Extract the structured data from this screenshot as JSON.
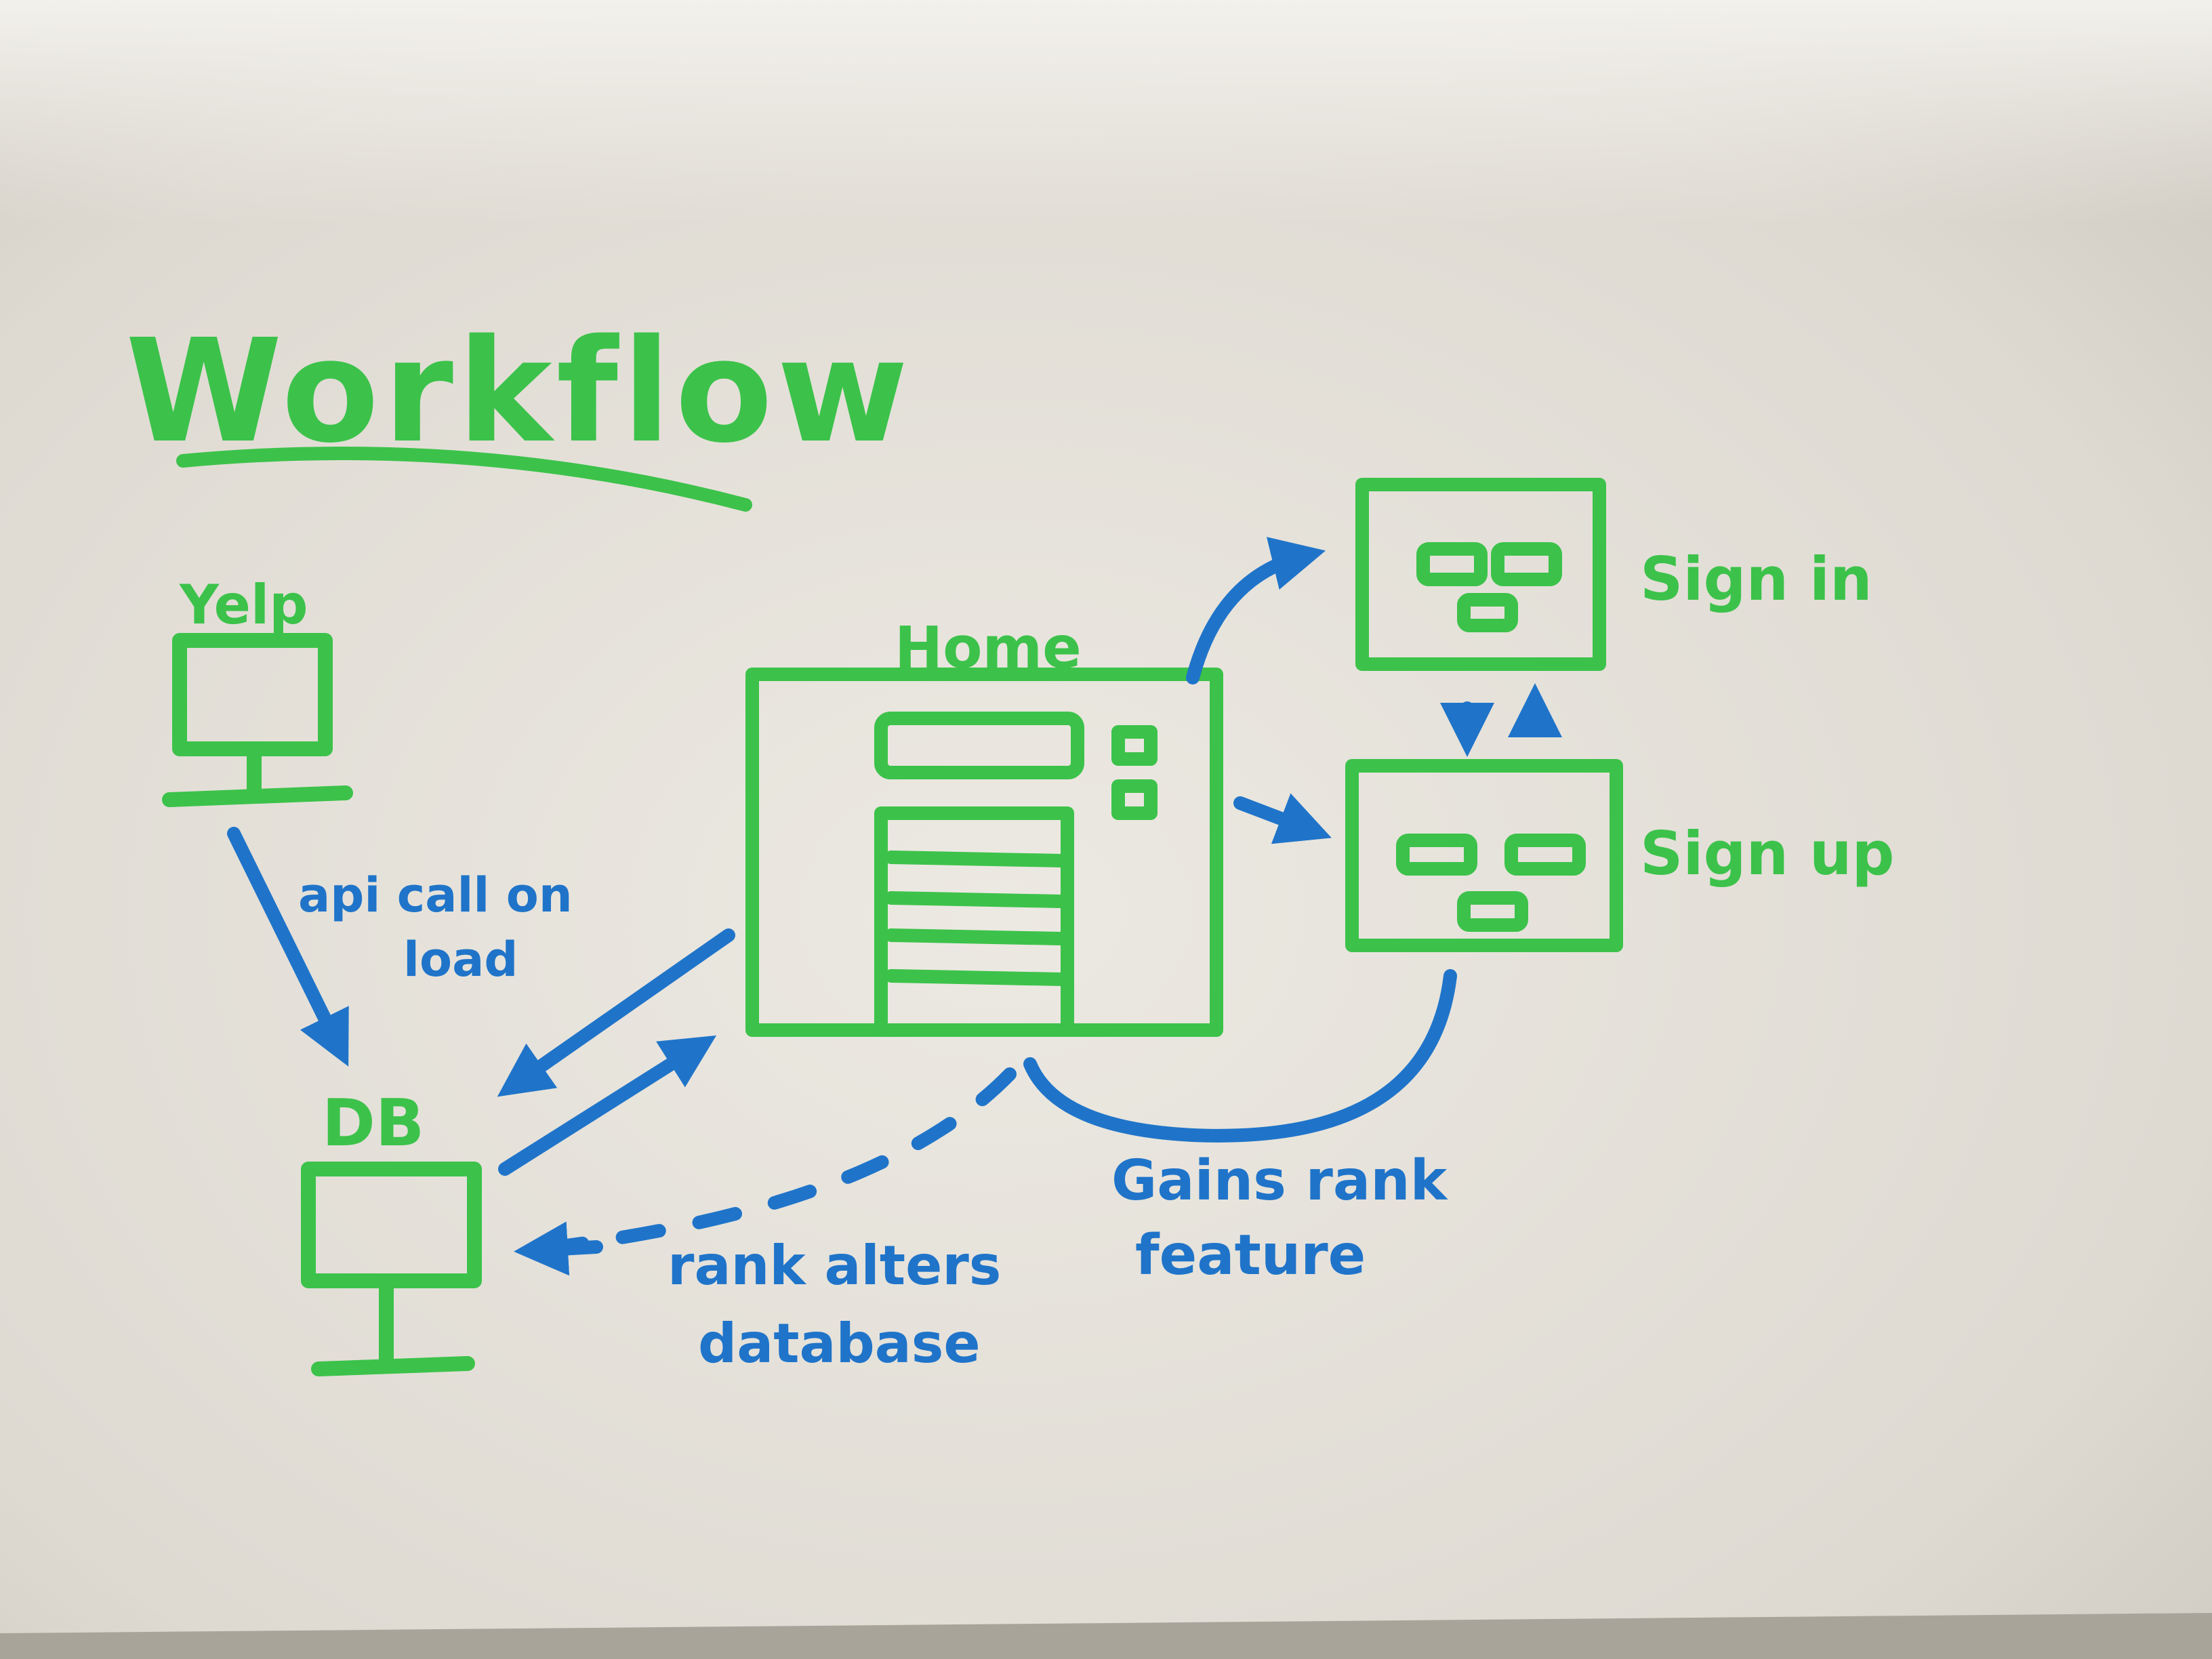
{
  "title": "Workflow",
  "nodes": {
    "yelp": "Yelp",
    "home": "Home",
    "db": "DB",
    "sign_in": "Sign in",
    "sign_up": "Sign up"
  },
  "edges": {
    "api_call_line1": "api call on",
    "api_call_line2": "load",
    "gains_rank_line1": "Gains rank",
    "gains_rank_line2": "feature",
    "rank_alters_line1": "rank alters",
    "rank_alters_line2": "database"
  },
  "colors": {
    "marker_green": "#3cc24a",
    "marker_blue": "#1f74c9",
    "board": "#e4e1da"
  }
}
